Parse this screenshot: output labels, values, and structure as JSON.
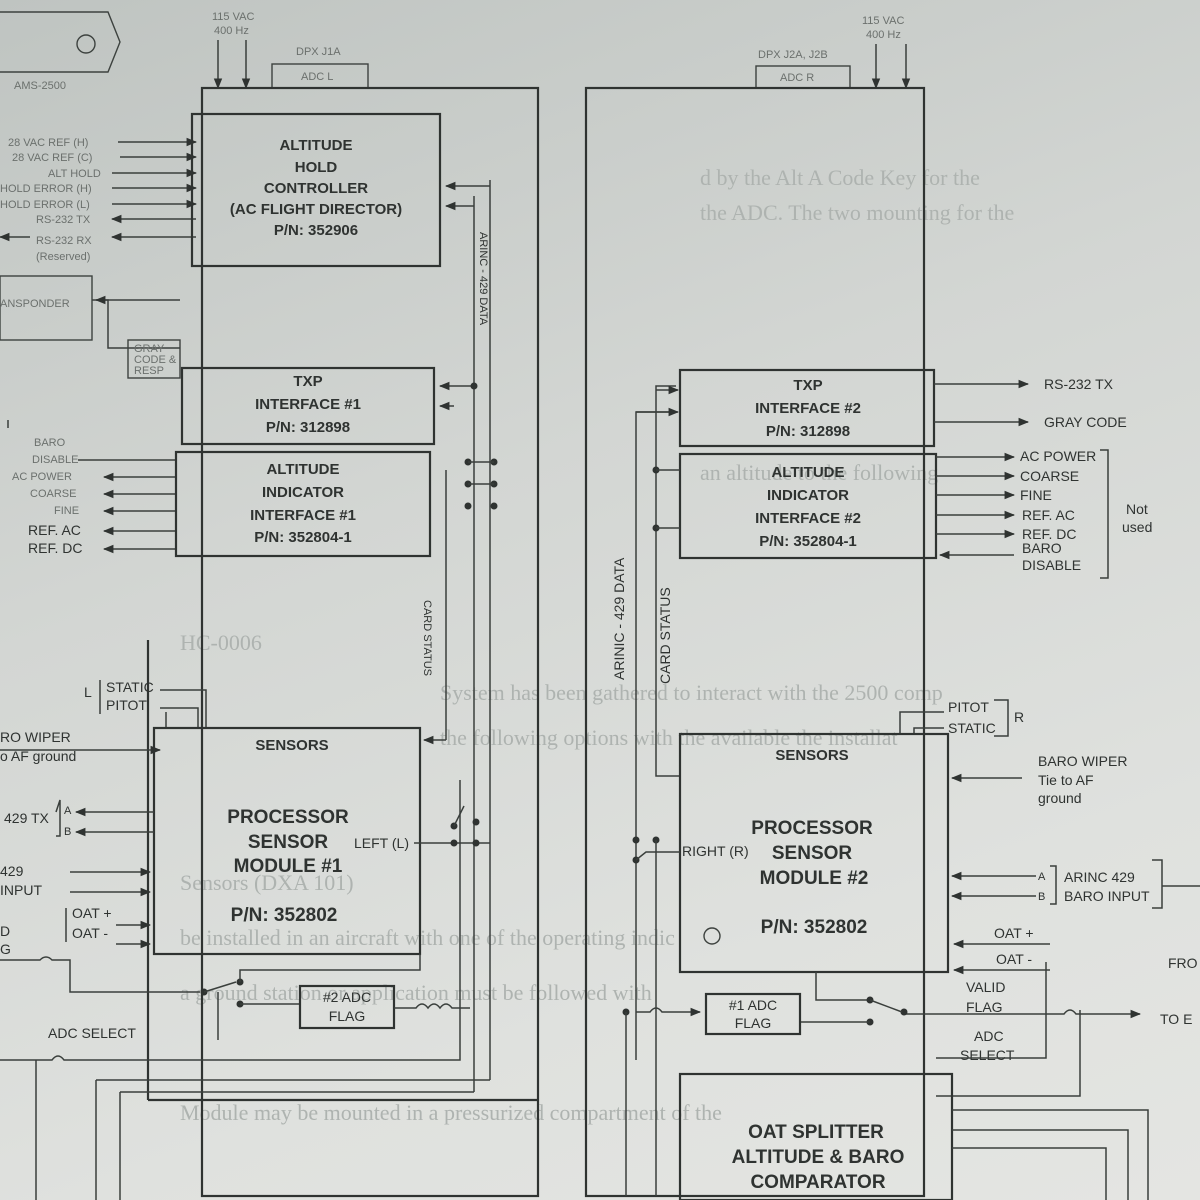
{
  "left": {
    "top_power": [
      "115 VAC",
      "400 Hz"
    ],
    "connector": "DPX J1A",
    "connector_label": "ADC L",
    "unit_label": "AMS-2500",
    "input_signals": [
      "28 VAC REF (H)",
      "28 VAC REF (C)",
      "ALT HOLD",
      "HOLD ERROR (H)",
      "HOLD ERROR (L)",
      "RS-232 TX",
      "RS-232 RX",
      "(Reserved)"
    ],
    "transponder": "ANSPONDER",
    "gray_code_note": [
      "GRAY",
      "CODE &",
      "RESP"
    ],
    "controller": [
      "ALTITUDE",
      "HOLD",
      "CONTROLLER",
      "(AC FLIGHT DIRECTOR)",
      "P/N: 352906"
    ],
    "arinc_vertical": "ARINC - 429 DATA",
    "txp_box": [
      "TXP",
      "INTERFACE #1",
      "P/N: 312898"
    ],
    "indicator_signals": [
      "BARO",
      "DISABLE",
      "AC POWER",
      "COARSE",
      "FINE",
      "REF. AC",
      "REF. DC"
    ],
    "indicator_box": [
      "ALTITUDE",
      "INDICATOR",
      "INTERFACE #1",
      "P/N: 352804-1"
    ],
    "card_status": "CARD STATUS",
    "pressure": [
      "STATIC",
      "PITOT"
    ],
    "pressure_side": "L",
    "baro_wiper": [
      "RO WIPER",
      "o AF ground"
    ],
    "tx_label": "429 TX",
    "ab": [
      "A",
      "B"
    ],
    "arinc_input": [
      "429",
      "INPUT"
    ],
    "valid_flag_partial": [
      "D",
      "G"
    ],
    "oat": [
      "OAT +",
      "OAT -"
    ],
    "sensors_title": "SENSORS",
    "module_box": [
      "PROCESSOR",
      "SENSOR",
      "MODULE #1"
    ],
    "module_pn": "P/N: 352802",
    "left_tag": "LEFT (L)",
    "flag_box": [
      "#2 ADC",
      "FLAG"
    ],
    "adc_select": "ADC SELECT"
  },
  "right": {
    "top_power": [
      "115 VAC",
      "400 Hz"
    ],
    "connector": "DPX J2A, J2B",
    "connector_label": "ADC R",
    "txp_box": [
      "TXP",
      "INTERFACE #2",
      "P/N: 312898"
    ],
    "txp_outputs": [
      "RS-232 TX",
      "GRAY CODE"
    ],
    "indicator_box": [
      "ALTITUDE",
      "INDICATOR",
      "INTERFACE #2",
      "P/N: 352804-1"
    ],
    "indicator_outputs": [
      "AC POWER",
      "COARSE",
      "FINE",
      "REF. AC",
      "REF. DC",
      "BARO",
      "DISABLE"
    ],
    "not_used": [
      "Not",
      "used"
    ],
    "arinc_vertical": "ARINIC - 429 DATA",
    "card_status": "CARD STATUS",
    "pressure": [
      "PITOT",
      "STATIC"
    ],
    "pressure_side": "R",
    "sensors_title": "SENSORS",
    "baro_wiper": [
      "BARO WIPER",
      "Tie to AF",
      "ground"
    ],
    "module_box": [
      "PROCESSOR",
      "SENSOR",
      "MODULE #2"
    ],
    "module_pn": "P/N: 352802",
    "right_tag": "RIGHT (R)",
    "ab": [
      "A",
      "B"
    ],
    "arinc_input": [
      "ARINC 429",
      "BARO INPUT"
    ],
    "oat": [
      "OAT +",
      "OAT -"
    ],
    "valid_flag": [
      "VALID",
      "FLAG"
    ],
    "adc_select": [
      "ADC",
      "SELECT"
    ],
    "flag_box": [
      "#1 ADC",
      "FLAG"
    ],
    "edge_labels": [
      "FRO",
      "TO E"
    ],
    "splitter_box": [
      "OAT SPLITTER",
      "ALTITUDE & BARO",
      "COMPARATOR"
    ]
  }
}
